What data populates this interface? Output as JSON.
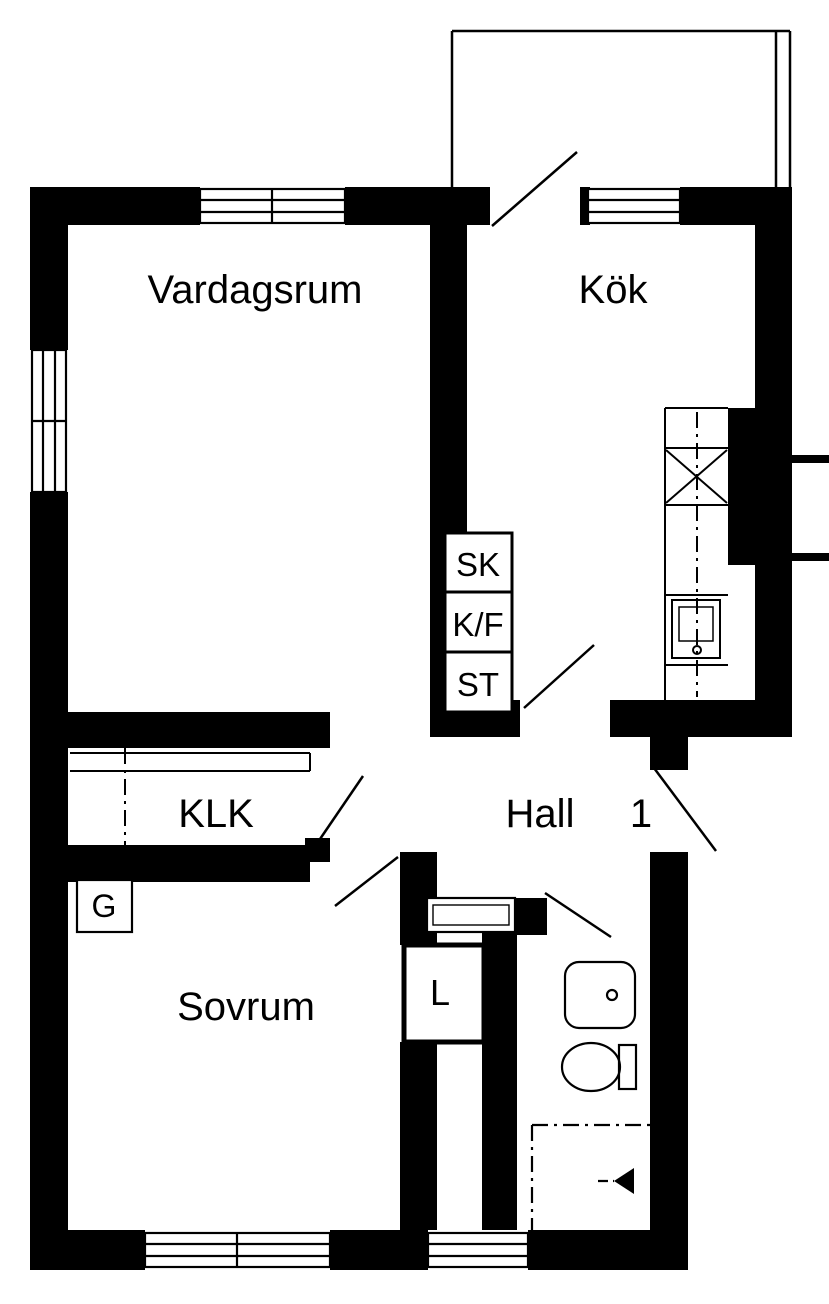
{
  "labels": {
    "vardagsrum": "Vardagsrum",
    "kok": "Kök",
    "klk": "KLK",
    "hall": "Hall",
    "entrance_number": "1",
    "sovrum": "Sovrum",
    "wardrobe_g": "G",
    "linen_l": "L",
    "cabinet_sk": "SK",
    "cabinet_kf": "K/F",
    "cabinet_st": "ST"
  },
  "colors": {
    "wall": "#000000",
    "line": "#000000",
    "background": "#ffffff"
  }
}
